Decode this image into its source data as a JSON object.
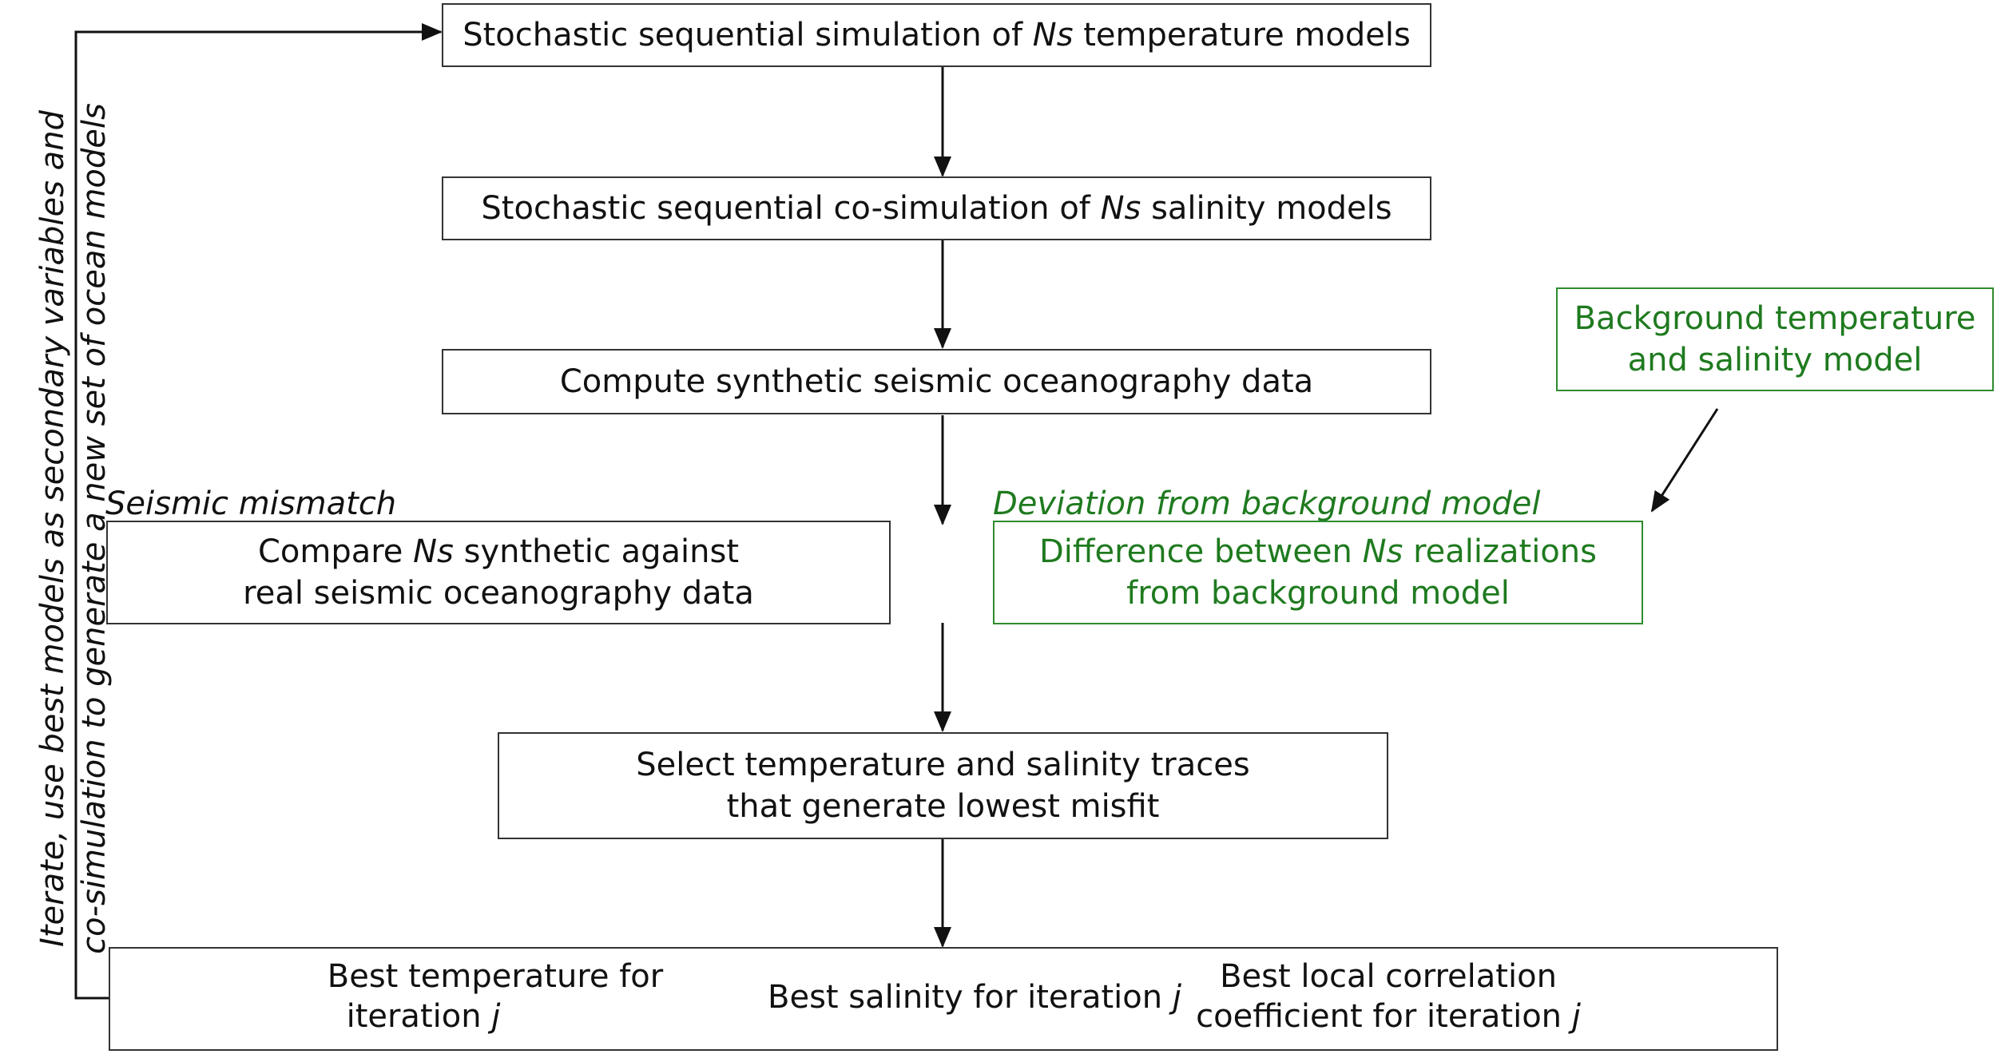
{
  "boxes": {
    "b1": {
      "pre": "Stochastic sequential simulation of ",
      "var": "Ns",
      "post": " temperature models"
    },
    "b2": {
      "pre": "Stochastic sequential co-simulation of ",
      "var": "Ns",
      "post": " salinity models"
    },
    "b3": {
      "text": "Compute synthetic seismic oceanography data"
    },
    "b4": {
      "line1_pre": "Compare ",
      "var": "Ns",
      "line1_post": " synthetic against",
      "line2": "real seismic oceanography data"
    },
    "b5": {
      "line1_pre": "Difference between ",
      "var": "Ns",
      "line1_post": " realizations",
      "line2": "from background model"
    },
    "bg": {
      "line1": "Background temperature",
      "line2": "and salinity model"
    },
    "b6": {
      "line1": "Select temperature and salinity traces",
      "line2": "that generate  lowest misfit"
    },
    "b7": {
      "c1_line1": "Best temperature for",
      "c1_line2": "iteration ",
      "c1_var": "j",
      "c2": "Best salinity for iteration ",
      "c2_var": "j",
      "c3_line1": "Best local correlation",
      "c3_line2": "coefficient for iteration ",
      "c3_var": "j"
    }
  },
  "labels": {
    "seismic_mismatch": "Seismic mismatch",
    "deviation": "Deviation from background model"
  },
  "loop": {
    "line1": "Iterate, use best models as secondary variables and",
    "line2": "co-simulation to generate a new set of ocean models"
  },
  "colors": {
    "green": "#1f7a1f",
    "border": "#333333"
  }
}
